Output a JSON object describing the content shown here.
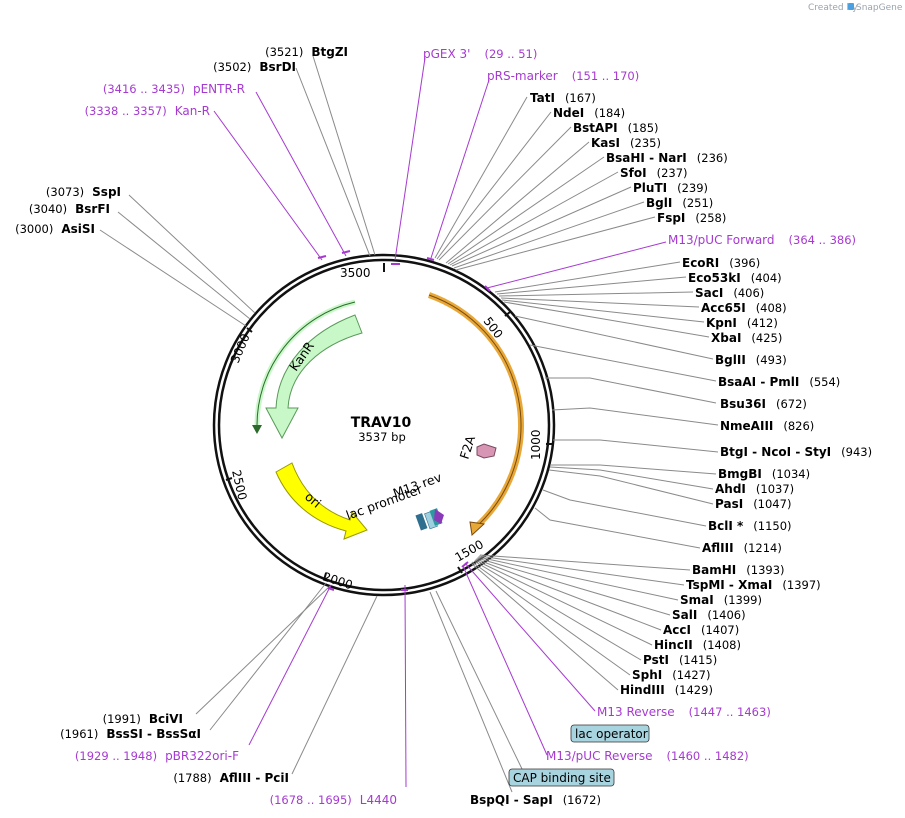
{
  "credit": {
    "prefix": "Created by",
    "brand": "SnapGene"
  },
  "plasmid": {
    "name": "TRAV10",
    "size_label": "3537 bp",
    "length": 3537
  },
  "ring_ticks": [
    "500",
    "1000",
    "1500",
    "2000",
    "2500",
    "3000",
    "3500"
  ],
  "features": [
    {
      "name": "KanR",
      "color": "#c8f7c8",
      "stroke": "#5a9a5a"
    },
    {
      "name": "ori",
      "color": "#ffff00",
      "stroke": "#9a9a00"
    },
    {
      "name": "F2A",
      "color": "#d796b4",
      "stroke": "#7a4a60"
    },
    {
      "name": "M13 rev"
    },
    {
      "name": "lac promoter"
    }
  ],
  "enzymes_right": [
    {
      "name": "TatI",
      "pos": "(167)"
    },
    {
      "name": "NdeI",
      "pos": "(184)"
    },
    {
      "name": "BstAPI",
      "pos": "(185)"
    },
    {
      "name": "KasI",
      "pos": "(235)"
    },
    {
      "name": "BsaHI  -  NarI",
      "pos": "(236)"
    },
    {
      "name": "SfoI",
      "pos": "(237)"
    },
    {
      "name": "PluTI",
      "pos": "(239)"
    },
    {
      "name": "BglI",
      "pos": "(251)"
    },
    {
      "name": "FspI",
      "pos": "(258)"
    },
    {
      "name": "EcoRI",
      "pos": "(396)"
    },
    {
      "name": "Eco53kI",
      "pos": "(404)"
    },
    {
      "name": "SacI",
      "pos": "(406)"
    },
    {
      "name": "Acc65I",
      "pos": "(408)"
    },
    {
      "name": "KpnI",
      "pos": "(412)"
    },
    {
      "name": "XbaI",
      "pos": "(425)"
    },
    {
      "name": "BglII",
      "pos": "(493)"
    },
    {
      "name": "BsaAI  -  PmlI",
      "pos": "(554)"
    },
    {
      "name": "Bsu36I",
      "pos": "(672)"
    },
    {
      "name": "NmeAIII",
      "pos": "(826)"
    },
    {
      "name": "BtgI  -  NcoI  -  StyI",
      "pos": "(943)"
    },
    {
      "name": "BmgBI",
      "pos": "(1034)"
    },
    {
      "name": "AhdI",
      "pos": "(1037)"
    },
    {
      "name": "PasI",
      "pos": "(1047)"
    },
    {
      "name": "BclI *",
      "pos": "(1150)"
    },
    {
      "name": "AflIII",
      "pos": "(1214)"
    },
    {
      "name": "BamHI",
      "pos": "(1393)"
    },
    {
      "name": "TspMI  -  XmaI",
      "pos": "(1397)"
    },
    {
      "name": "SmaI",
      "pos": "(1399)"
    },
    {
      "name": "SalI",
      "pos": "(1406)"
    },
    {
      "name": "AccI",
      "pos": "(1407)"
    },
    {
      "name": "HincII",
      "pos": "(1408)"
    },
    {
      "name": "PstI",
      "pos": "(1415)"
    },
    {
      "name": "SphI",
      "pos": "(1427)"
    },
    {
      "name": "HindIII",
      "pos": "(1429)"
    },
    {
      "name": "BspQI  -  SapI",
      "pos": "(1672)"
    }
  ],
  "enzymes_left": [
    {
      "name": "BtgZI",
      "pos": "(3521)"
    },
    {
      "name": "BsrDI",
      "pos": "(3502)"
    },
    {
      "name": "SspI",
      "pos": "(3073)"
    },
    {
      "name": "BsrFI",
      "pos": "(3040)"
    },
    {
      "name": "AsiSI",
      "pos": "(3000)"
    },
    {
      "name": "BciVI",
      "pos": "(1991)"
    },
    {
      "name": "BssSI  -  BssSαI",
      "pos": "(1961)"
    },
    {
      "name": "AflIII  -  PciI",
      "pos": "(1788)"
    }
  ],
  "primers": [
    {
      "name": "pGEX 3'",
      "range": "(29 .. 51)"
    },
    {
      "name": "pRS-marker",
      "range": "(151 .. 170)"
    },
    {
      "name": "M13/pUC Forward",
      "range": "(364 .. 386)"
    },
    {
      "name": "M13 Reverse",
      "range": "(1447 .. 1463)"
    },
    {
      "name": "M13/pUC Reverse",
      "range": "(1460 .. 1482)"
    },
    {
      "name": "pENTR-R",
      "range": "(3416 .. 3435)"
    },
    {
      "name": "Kan-R",
      "range": "(3338 .. 3357)"
    },
    {
      "name": "pBR322ori-F",
      "range": "(1929 .. 1948)"
    },
    {
      "name": "L4440",
      "range": "(1678 .. 1695)"
    }
  ],
  "boxed_features": [
    {
      "name": "lac operator"
    },
    {
      "name": "CAP binding site"
    }
  ]
}
